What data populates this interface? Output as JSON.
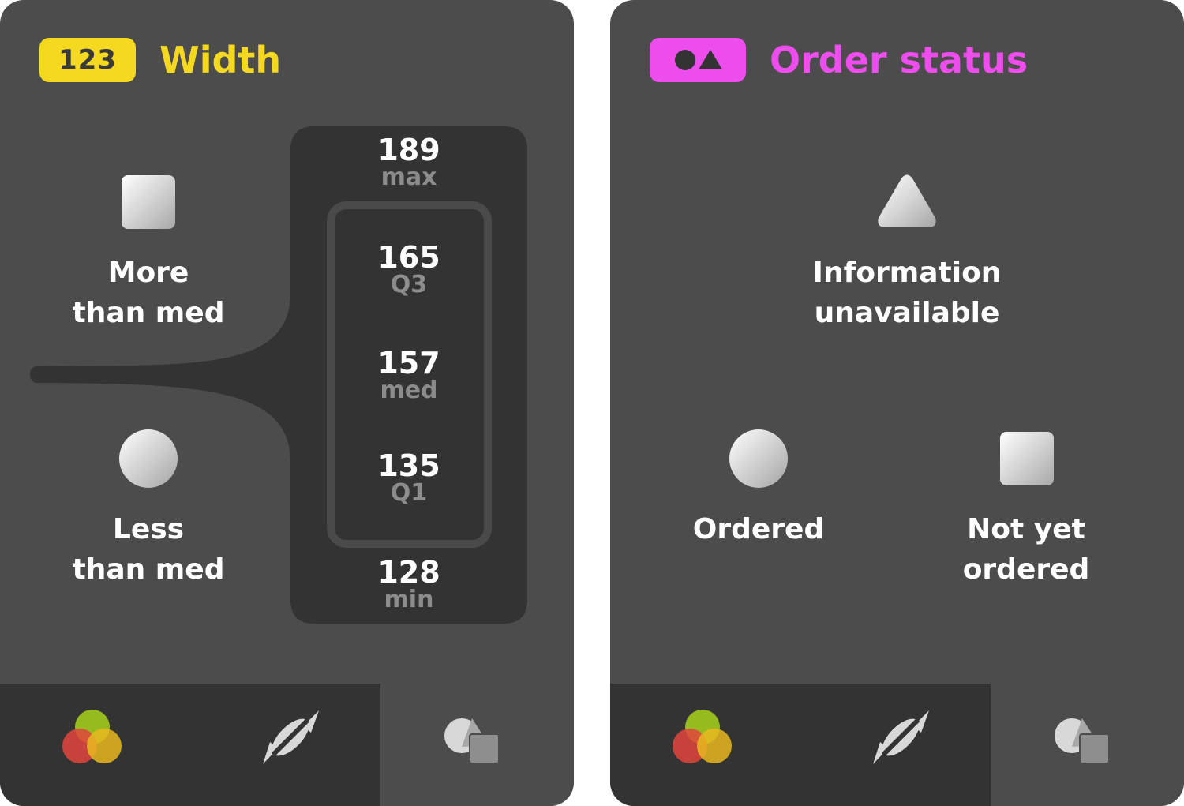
{
  "colors": {
    "card_bg": "#4c4c4c",
    "panel_bg": "#333333",
    "accent_yellow": "#f5d921",
    "accent_magenta": "#ee4ded"
  },
  "width_panel": {
    "badge_text": "123",
    "title": "Width",
    "legend": {
      "upper": {
        "icon": "square-icon",
        "line1": "More",
        "line2": "than med"
      },
      "lower": {
        "icon": "circle-icon",
        "line1": "Less",
        "line2": "than med"
      }
    },
    "stats": [
      {
        "value": "189",
        "label": "max"
      },
      {
        "value": "165",
        "label": "Q3"
      },
      {
        "value": "157",
        "label": "med"
      },
      {
        "value": "135",
        "label": "Q1"
      },
      {
        "value": "128",
        "label": "min"
      }
    ]
  },
  "order_panel": {
    "badge_icon": "shape-category-icon",
    "title": "Order status",
    "categories": [
      {
        "icon": "triangle-icon",
        "line1": "Information",
        "line2": "unavailable"
      },
      {
        "icon": "circle-icon",
        "line1": "Ordered",
        "line2": ""
      },
      {
        "icon": "square-icon",
        "line1": "Not yet",
        "line2": "ordered"
      }
    ]
  },
  "toolbar": {
    "tabs": [
      {
        "name": "color-tab",
        "icon": "color-circles-icon",
        "active": false
      },
      {
        "name": "size-tab",
        "icon": "size-arrow-icon",
        "active": false
      },
      {
        "name": "shape-tab",
        "icon": "shapes-icon",
        "active": true
      }
    ]
  }
}
